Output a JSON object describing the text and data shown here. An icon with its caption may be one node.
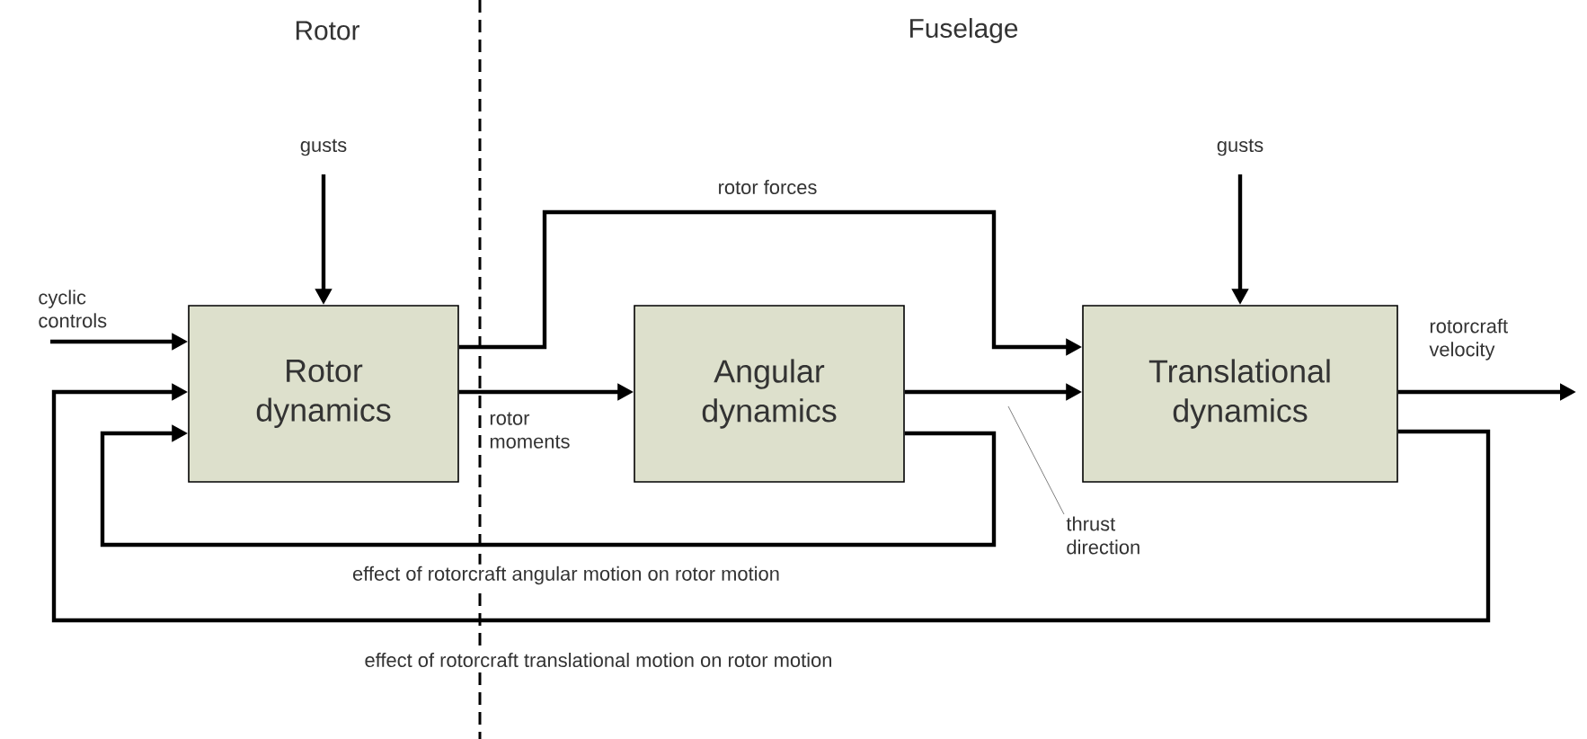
{
  "diagram": {
    "nodes": [
      {
        "text": [
          "Rotor dynamics"
        ]
      },
      {
        "text": [
          "Angular dynamics"
        ]
      },
      {
        "text": [
          "Translational dynamics"
        ]
      },
      {
        "text": [
          "thrust direction"
        ]
      }
    ],
    "edges": [
      {
        "from": null,
        "to": 0,
        "arrow": "to",
        "label": "cyclic controls"
      },
      {
        "from": null,
        "to": 0,
        "arrow": "to",
        "label": "gusts"
      },
      {
        "from": null,
        "to": 2,
        "arrow": "to",
        "label": "gusts"
      },
      {
        "from": 0,
        "to": 2,
        "arrow": "to",
        "label": "rotor forces"
      },
      {
        "from": 0,
        "to": 1,
        "arrow": "to",
        "label": "rotor moments"
      },
      {
        "from": 1,
        "to": 2,
        "arrow": "to"
      },
      {
        "from": 1,
        "to": 0,
        "arrow": "to",
        "label": "effect of rotorcraft angular motion on rotor motion"
      },
      {
        "from": 2,
        "to": 0,
        "arrow": "to",
        "label": "effect of rotorcraft translational motion on rotor motion"
      },
      {
        "from": 2,
        "to": null,
        "arrow": "to",
        "label": "rotorcraft velocity"
      },
      {
        "from": 3,
        "to": null,
        "arrow": "none",
        "color": "#808080"
      }
    ],
    "labels": [
      "Rotor",
      "Fuselage"
    ]
  }
}
